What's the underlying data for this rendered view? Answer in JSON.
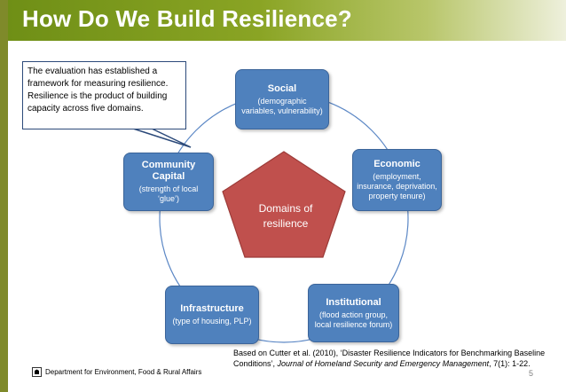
{
  "slide": {
    "title": "How Do We Build Resilience?",
    "page_number": "5"
  },
  "callout": {
    "text": "The evaluation has established a framework for measuring resilience. Resilience is the product of building capacity across five domains."
  },
  "center": {
    "label": "Domains of resilience",
    "color": "#c0504d"
  },
  "domains": {
    "social": {
      "title": "Social",
      "detail": "(demographic variables, vulnerability)"
    },
    "economic": {
      "title": "Economic",
      "detail": "(employment, insurance, deprivation, property tenure)"
    },
    "institutional": {
      "title": "Institutional",
      "detail": "(flood action group, local resilience forum)"
    },
    "infrastructure": {
      "title": "Infrastructure",
      "detail": "(type of housing, PLP)"
    },
    "community": {
      "title": "Community Capital",
      "detail": "(strength of local ‘glue’)"
    }
  },
  "reference": {
    "prefix": "Based on Cutter et al. (2010), ‘Disaster Resilience Indicators for Benchmarking Baseline Conditions’, ",
    "journal": "Journal of Homeland Security and Emergency Management",
    "suffix": ", 7(1): 1-22."
  },
  "footer": {
    "organisation": "Department for Environment, Food & Rural Affairs"
  },
  "colors": {
    "title_bar": "#8aa424",
    "domain_box": "#4f81bd",
    "circle": "#4f81bd",
    "pentagon": "#c0504d"
  }
}
